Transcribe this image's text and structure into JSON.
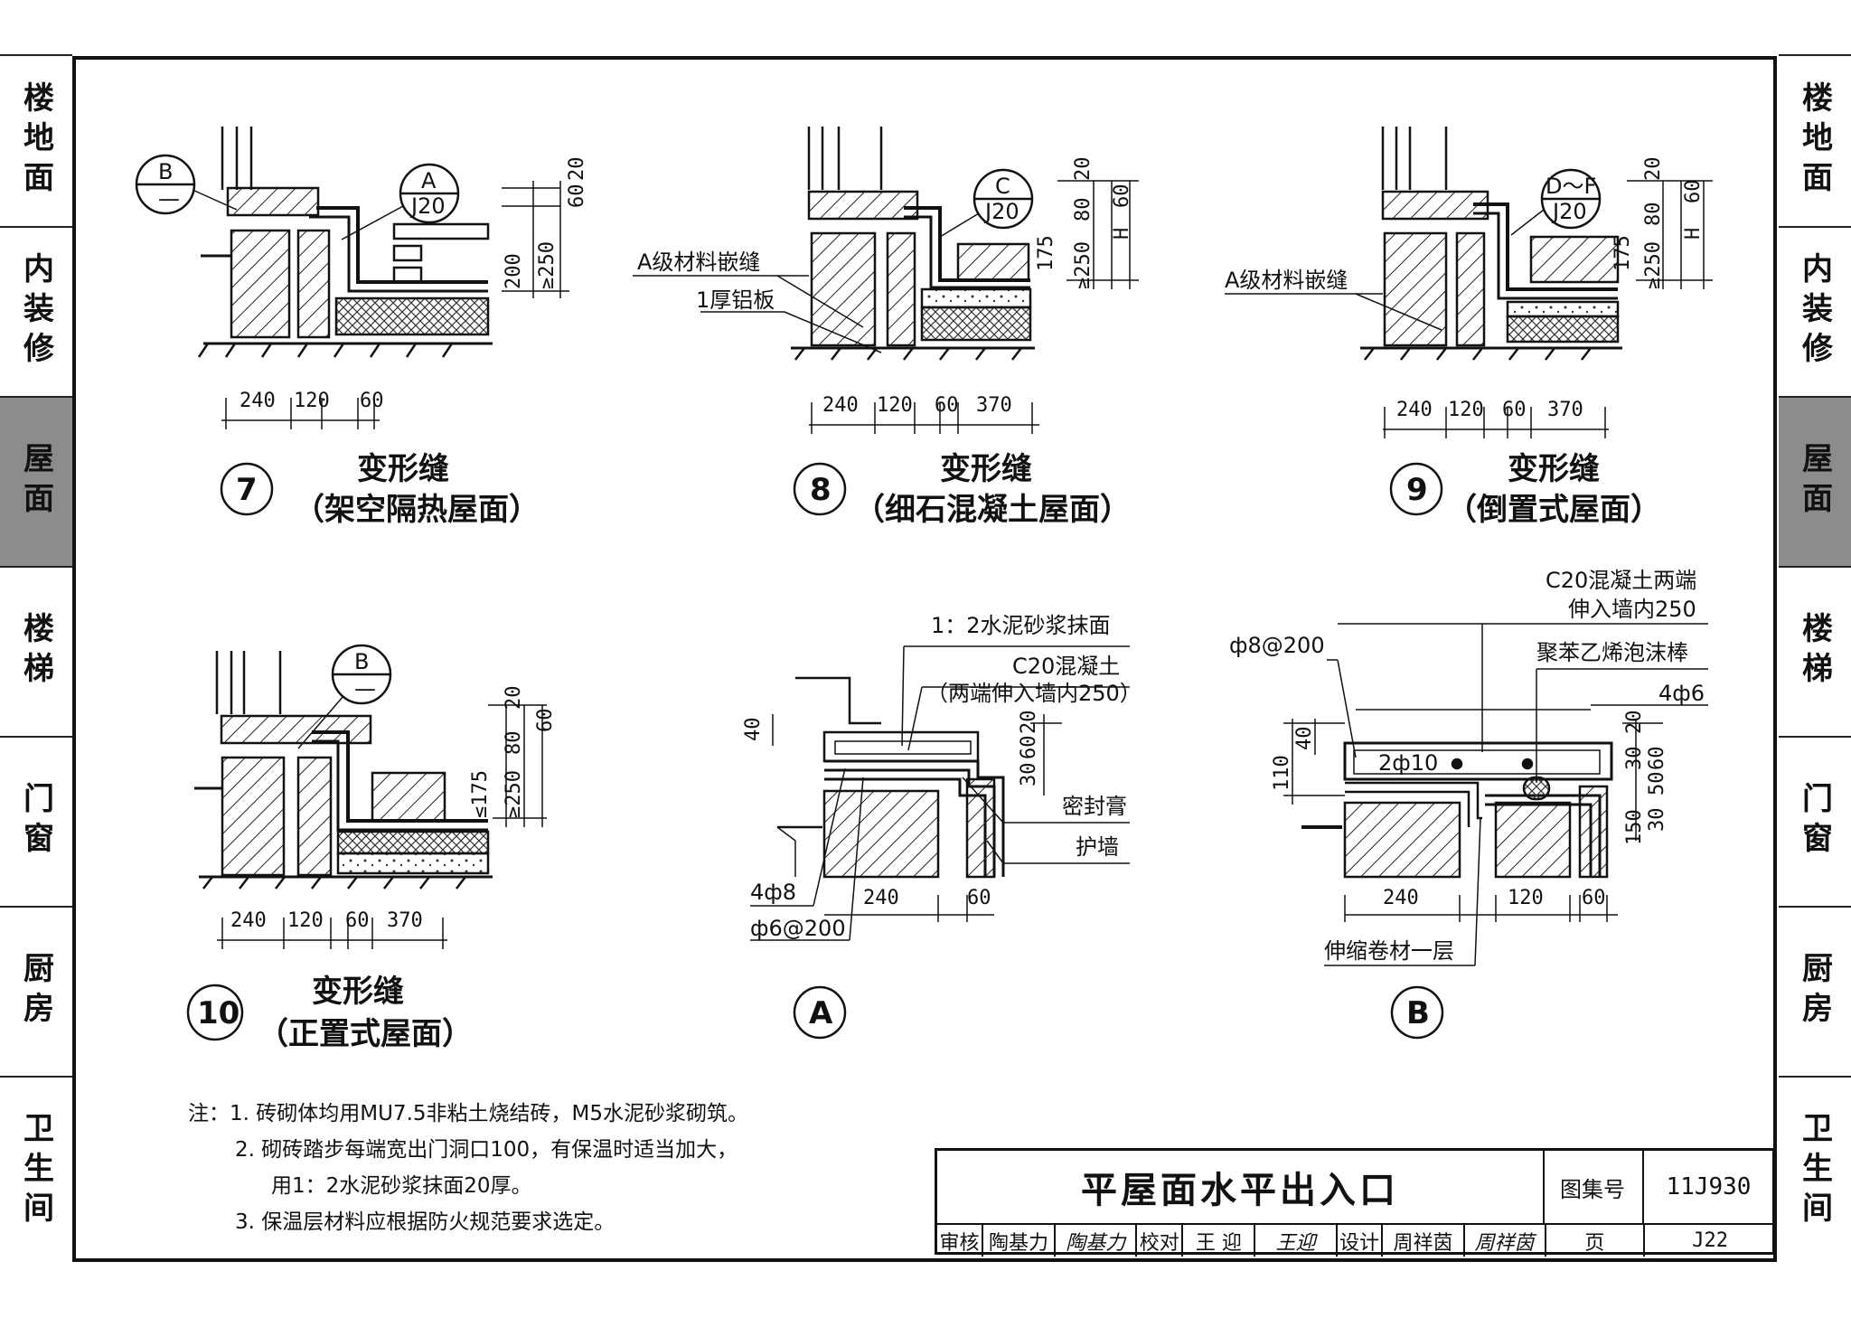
{
  "side_tabs": [
    "楼地面",
    "内装修",
    "屋面",
    "楼梯",
    "门窗",
    "厨房",
    "卫生间"
  ],
  "active_tab": "屋面",
  "details": {
    "d7": {
      "num": "7",
      "title": "变形缝",
      "subtitle": "（架空隔热屋面）",
      "ref_b": "B",
      "ref_b2": "—",
      "ref_a": "A",
      "ref_a2": "J20",
      "dims_h": [
        "240",
        "120",
        "60"
      ],
      "dims_v": [
        "20",
        "60",
        "200",
        "≥250"
      ]
    },
    "d8": {
      "num": "8",
      "title": "变形缝",
      "subtitle": "（细石混凝土屋面）",
      "ref_c": "C",
      "ref_c2": "J20",
      "label1": "A级材料嵌缝",
      "label2": "1厚铝板",
      "dims_h": [
        "240",
        "120",
        "60",
        "370"
      ],
      "dims_v": [
        "20",
        "80",
        "60",
        "175",
        "≥250",
        "H"
      ]
    },
    "d9": {
      "num": "9",
      "title": "变形缝",
      "subtitle": "（倒置式屋面）",
      "ref_d": "D～F",
      "ref_d2": "J20",
      "label1": "A级材料嵌缝",
      "dims_h": [
        "240",
        "120",
        "60",
        "370"
      ],
      "dims_v": [
        "20",
        "80",
        "60",
        "175",
        "≥250",
        "H"
      ]
    },
    "d10": {
      "num": "10",
      "title": "变形缝",
      "subtitle": "（正置式屋面）",
      "ref_b": "B",
      "ref_b2": "—",
      "dims_h": [
        "240",
        "120",
        "60",
        "370"
      ],
      "dims_v": [
        "20",
        "80",
        "60",
        "≤175",
        "≥250"
      ]
    },
    "dA": {
      "num": "A",
      "label1": "1：2水泥砂浆抹面",
      "label2": "C20混凝土",
      "label3": "（两端伸入墙内250）",
      "label4": "密封膏",
      "label5": "护墙",
      "label6": "4ф8",
      "label7": "ф6@200",
      "dims_h": [
        "240",
        "60"
      ],
      "dims_v": [
        "40",
        "20",
        "60",
        "30"
      ]
    },
    "dB": {
      "num": "B",
      "label1": "C20混凝土两端",
      "label2": "伸入墙内250",
      "label3": "聚苯乙烯泡沫棒",
      "label4": "4ф6",
      "label5": "ф8@200",
      "label6": "2ф10",
      "label7": "伸缩卷材一层",
      "dims_h": [
        "240",
        "120",
        "60"
      ],
      "dims_v": [
        "40",
        "110",
        "20",
        "30",
        "60",
        "50",
        "150",
        "30"
      ]
    }
  },
  "notes": {
    "prefix": "注：",
    "items": [
      "1.  砖砌体均用MU7.5非粘土烧结砖，M5水泥砂浆砌筑。",
      "2.  砌砖踏步每端宽出门洞口100，有保温时适当加大，",
      "用1：2水泥砂浆抹面20厚。",
      "3.  保温层材料应根据防火规范要求选定。"
    ]
  },
  "title_block": {
    "title": "平屋面水平出入口",
    "set_label": "图集号",
    "set_no": "11J930",
    "review": "审核",
    "reviewer": "陶基力",
    "reviewer_sig": "陶基力",
    "check": "校对",
    "checker": "王 迎",
    "checker_sig": "王迎",
    "design": "设计",
    "designer": "周祥茵",
    "designer_sig": "周祥茵",
    "page_label": "页",
    "page_no": "J22"
  }
}
